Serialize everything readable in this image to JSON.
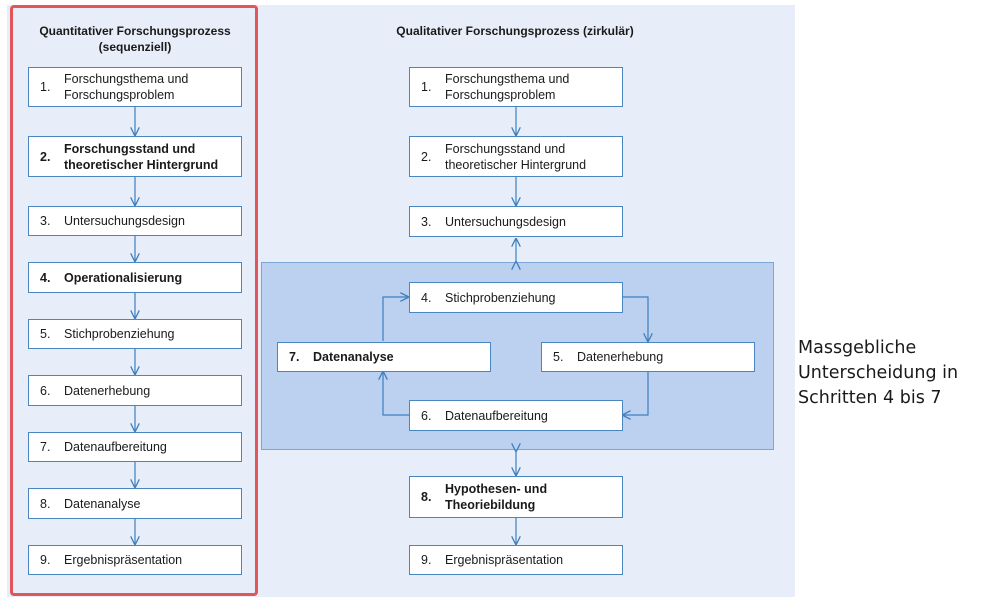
{
  "quantitative": {
    "title_line1": "Quantitativer Forschungsprozess",
    "title_line2": "(sequenziell)",
    "steps": [
      {
        "num": "1.",
        "label": "Forschungsthema und Forschungsproblem"
      },
      {
        "num": "2.",
        "label": "Forschungsstand und theoretischer Hintergrund"
      },
      {
        "num": "3.",
        "label": "Untersuchungsdesign"
      },
      {
        "num": "4.",
        "label": "Operationalisierung"
      },
      {
        "num": "5.",
        "label": "Stichprobenziehung"
      },
      {
        "num": "6.",
        "label": "Datenerhebung"
      },
      {
        "num": "7.",
        "label": "Datenaufbereitung"
      },
      {
        "num": "8.",
        "label": "Datenanalyse"
      },
      {
        "num": "9.",
        "label": "Ergebnispräsentation"
      }
    ]
  },
  "qualitative": {
    "title": "Qualitativer Forschungsprozess (zirkulär)",
    "steps": [
      {
        "num": "1.",
        "label": "Forschungsthema und Forschungsproblem"
      },
      {
        "num": "2.",
        "label": "Forschungsstand und theoretischer Hintergrund"
      },
      {
        "num": "3.",
        "label": "Untersuchungsdesign"
      },
      {
        "num": "4.",
        "label": "Stichprobenziehung"
      },
      {
        "num": "5.",
        "label": "Datenerhebung"
      },
      {
        "num": "6.",
        "label": "Datenaufbereitung"
      },
      {
        "num": "7.",
        "label": "Datenanalyse"
      },
      {
        "num": "8.",
        "label": "Hypothesen- und Theoriebildung"
      },
      {
        "num": "9.",
        "label": "Ergebnispräsentation"
      }
    ]
  },
  "note": {
    "text": "Massgebliche Unterscheidung in Schritten 4 bis 7"
  },
  "colors": {
    "background": "#e7eef9",
    "panel": "#bcd0ef",
    "box_border": "#4a86c0",
    "arrow": "#3d7fbf",
    "highlight_frame": "#e0565b"
  }
}
